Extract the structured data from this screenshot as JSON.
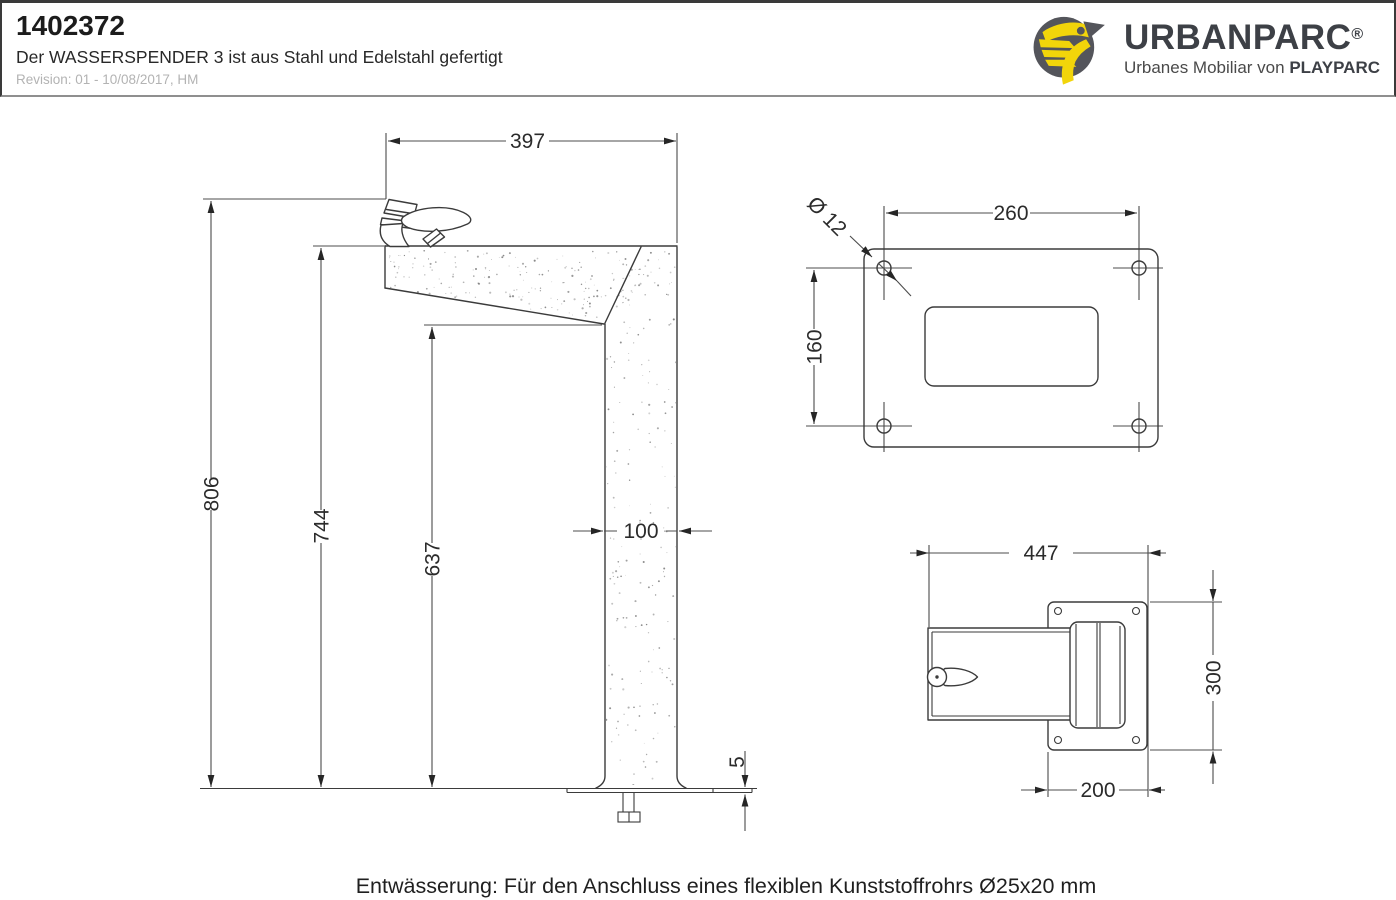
{
  "header": {
    "part_number": "1402372",
    "description": "Der WASSERSPENDER 3 ist aus Stahl und Edelstahl gefertigt",
    "revision": "Revision: 01 - 10/08/2017, HM"
  },
  "brand": {
    "name": "URBANPARC",
    "registered": "®",
    "tagline_prefix": "Urbanes Mobiliar von ",
    "tagline_bold": "PLAYPARC",
    "logo_yellow": "#F2D50A",
    "logo_gray": "#54555B"
  },
  "views": {
    "front": {
      "dims": {
        "width_top": "397",
        "total_height": "806",
        "basin_height": "744",
        "outlet_height": "637",
        "column_width": "100",
        "plate_thickness": "5"
      }
    },
    "base_plate": {
      "dims": {
        "hole_pitch_width": "260",
        "hole_pitch_depth": "160",
        "hole_diameter": "Ø 12"
      }
    },
    "top": {
      "dims": {
        "total_depth": "447",
        "plate_length": "300",
        "plate_width": "200"
      }
    }
  },
  "note": "Entwässerung: Für den Anschluss eines flexiblen Kunststoffrohrs Ø25x20 mm",
  "colors": {
    "line": "#3b3b3b",
    "dim_text": "#2b2b2b",
    "revision_gray": "#b3b3b3"
  }
}
